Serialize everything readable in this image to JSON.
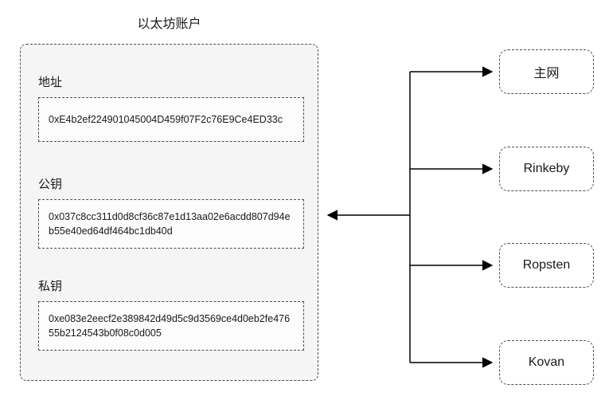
{
  "diagram": {
    "title": "以太坊账户",
    "fields": [
      {
        "label": "地址",
        "value": "0xE4b2ef224901045004D459f07F2c76E9Ce4ED33c"
      },
      {
        "label": "公钥",
        "value": "0x037c8cc311d0d8cf36c87e1d13aa02e6acdd807d94eb55e40ed64df464bc1db40d"
      },
      {
        "label": "私钥",
        "value": "0xe083e2eecf2e389842d49d5c9d3569ce4d0eb2fe47655b2124543b0f08c0d005"
      }
    ],
    "networks": [
      {
        "label": "主网"
      },
      {
        "label": "Rinkeby"
      },
      {
        "label": "Ropsten"
      },
      {
        "label": "Kovan"
      }
    ],
    "colors": {
      "line": "#000000",
      "account_background": "#f5f5f5",
      "dashed_border": "#4d4d4d"
    }
  }
}
